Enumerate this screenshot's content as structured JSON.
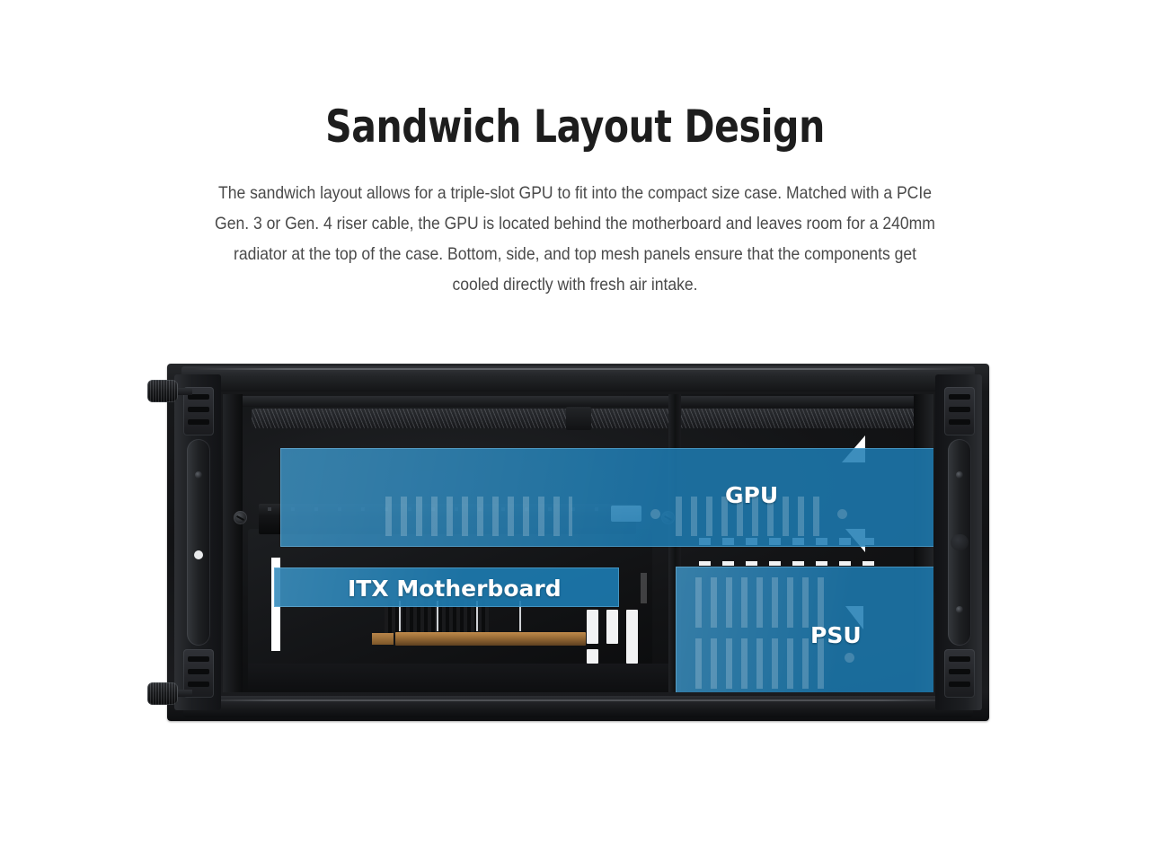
{
  "page": {
    "background_color": "#ffffff",
    "accent_blue": "#1d7cb2",
    "text_color": "#4a4a4a",
    "title_color": "#1d1d1d"
  },
  "header": {
    "title": "Sandwich Layout Design",
    "paragraph": "The sandwich layout allows for a triple-slot GPU to fit into the compact size case. Matched with a PCIe Gen. 3 or Gen. 4 riser cable, the GPU is located behind the motherboard and leaves room for a 240mm radiator at the top of the case. Bottom, side, and top mesh panels ensure that the components get cooled directly with fresh air intake."
  },
  "diagram": {
    "name": "pc-case-interior-cutaway",
    "overlays": [
      {
        "id": "gpu",
        "label": "GPU",
        "color": "#1d7cb2",
        "label_size": "25px"
      },
      {
        "id": "itx",
        "label": "ITX Motherboard",
        "color": "#1d7cb2",
        "label_size": "25px"
      },
      {
        "id": "psu",
        "label": "PSU",
        "color": "#1d7cb2",
        "label_size": "25px"
      }
    ],
    "parts": [
      {
        "name": "thumbscrew-top-left"
      },
      {
        "name": "thumbscrew-bottom-left"
      },
      {
        "name": "left-side-panel"
      },
      {
        "name": "right-side-panel"
      },
      {
        "name": "top-mesh-vent"
      },
      {
        "name": "pcie-riser-slot"
      },
      {
        "name": "rear-io-slots"
      }
    ]
  }
}
